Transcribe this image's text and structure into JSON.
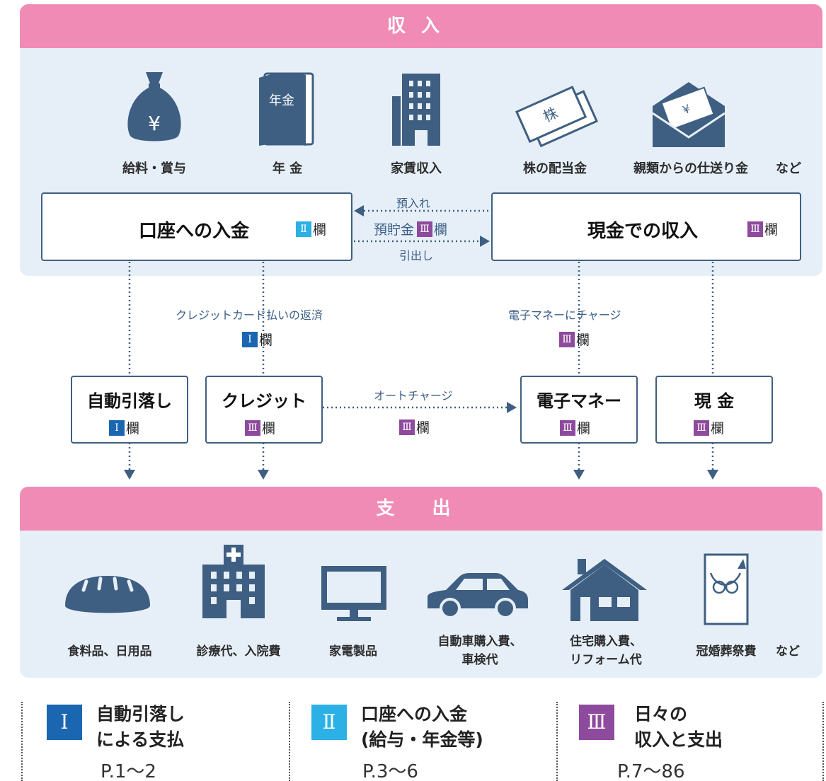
{
  "income": {
    "header": "収入",
    "sources": [
      {
        "label": "給料・賞与",
        "icon": "money-bag-icon"
      },
      {
        "label": "年 金",
        "icon": "pension-book-icon"
      },
      {
        "label": "家賃収入",
        "icon": "building-icon"
      },
      {
        "label": "株の配当金",
        "icon": "stock-certificate-icon"
      },
      {
        "label": "親類からの仕送り金",
        "icon": "envelope-money-icon"
      }
    ],
    "etc": "など",
    "icon_text": {
      "yen": "¥",
      "pension": "年金",
      "stock": "株",
      "envelope": "¥"
    }
  },
  "deposit_box": {
    "title": "口座への入金",
    "badge": "Ⅱ",
    "col": "欄"
  },
  "cash_box": {
    "title": "現金での収入",
    "badge": "Ⅲ",
    "col": "欄"
  },
  "middle": {
    "deposit_label": "預入れ",
    "savings_label": "預貯金",
    "badge": "Ⅲ",
    "col": "欄",
    "withdraw_label": "引出し"
  },
  "flows": {
    "credit_repay": {
      "text": "クレジットカード払いの返済",
      "badge": "Ⅰ",
      "col": "欄"
    },
    "emoney_charge": {
      "text": "電子マネーにチャージ",
      "badge": "Ⅲ",
      "col": "欄"
    },
    "auto_charge": {
      "text": "オートチャージ",
      "badge": "Ⅲ",
      "col": "欄"
    }
  },
  "methods": [
    {
      "title": "自動引落し",
      "badge": "Ⅰ",
      "col": "欄"
    },
    {
      "title": "クレジット",
      "badge": "Ⅲ",
      "col": "欄"
    },
    {
      "title": "電子マネー",
      "badge": "Ⅲ",
      "col": "欄"
    },
    {
      "title": "現 金",
      "badge": "Ⅲ",
      "col": "欄"
    }
  ],
  "expense": {
    "header": "支 出",
    "items": [
      {
        "label": "食料品、日用品",
        "icon": "bread-icon"
      },
      {
        "label": "診療代、入院費",
        "icon": "hospital-icon"
      },
      {
        "label": "家電製品",
        "icon": "television-icon"
      },
      {
        "label_line1": "自動車購入費、",
        "label_line2": "車検代",
        "icon": "car-icon"
      },
      {
        "label_line1": "住宅購入費、",
        "label_line2": "リフォーム代",
        "icon": "house-icon"
      },
      {
        "label": "冠婚葬祭費",
        "icon": "gift-envelope-icon"
      }
    ],
    "etc": "など"
  },
  "legend": [
    {
      "badge": "Ⅰ",
      "line1": "自動引落し",
      "line2": "による支払",
      "page": "P.1〜2"
    },
    {
      "badge": "Ⅱ",
      "line1": "口座への入金",
      "line2": "(給与・年金等)",
      "page": "P.3〜6"
    },
    {
      "badge": "Ⅲ",
      "line1": "日々の",
      "line2": "収入と支出",
      "page": "P.7〜86"
    }
  ],
  "colors": {
    "header_pink": "#f08bb6",
    "panel_blue": "#e6eff8",
    "icon_navy": "#3f5f82",
    "badge_1": "#1b66b0",
    "badge_2": "#2bb1e6",
    "badge_3": "#8e4a9c"
  }
}
